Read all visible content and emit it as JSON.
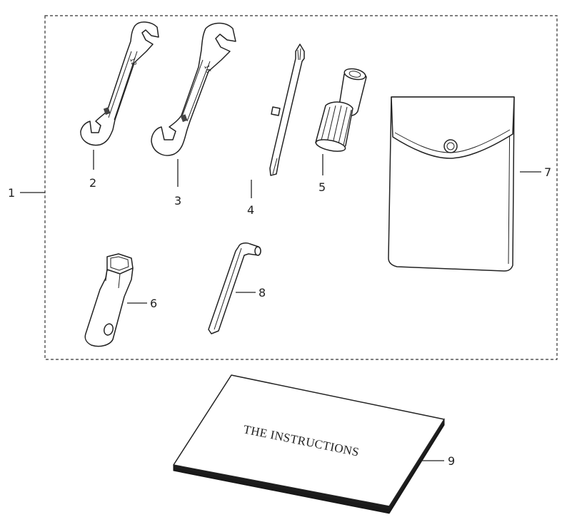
{
  "diagram": {
    "callouts": [
      {
        "id": "1",
        "label": "1"
      },
      {
        "id": "2",
        "label": "2"
      },
      {
        "id": "3",
        "label": "3"
      },
      {
        "id": "4",
        "label": "4"
      },
      {
        "id": "5",
        "label": "5"
      },
      {
        "id": "6",
        "label": "6"
      },
      {
        "id": "7",
        "label": "7"
      },
      {
        "id": "8",
        "label": "8"
      },
      {
        "id": "9",
        "label": "9"
      }
    ],
    "book_text": "THE INSTRUCTIONS",
    "wrench_marks": {
      "small_top": "12",
      "large_top": "16"
    }
  }
}
